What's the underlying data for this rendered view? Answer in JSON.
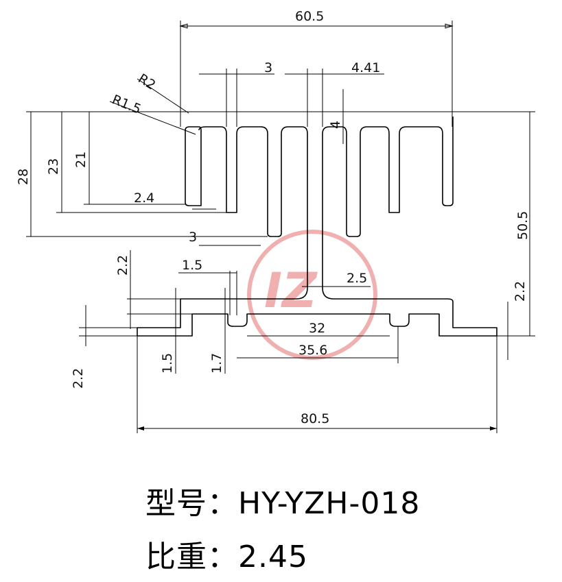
{
  "dimensions": {
    "top_width": "60.5",
    "fin_thickness": "3",
    "fin_pitch": "4.41",
    "radius_2": "R2",
    "radius_1_5": "R1.5",
    "height_28": "28",
    "height_23": "23",
    "height_21": "21",
    "fin_gap_2_4": "2.4",
    "tooth_4": "4",
    "fin_3_lower": "3",
    "total_height": "50.5",
    "base_2_2_left": "2.2",
    "base_1_5_top": "1.5",
    "base_2_5": "2.5",
    "base_2_2_right": "2.2",
    "slot_32": "32",
    "slot_35_6": "35.6",
    "left_1_5": "1.5",
    "left_1_7": "1.7",
    "left_2_2_bottom": "2.2",
    "bottom_width": "80.5"
  },
  "watermark": {
    "text": "IZ",
    "color": "#e88a8a"
  },
  "caption": {
    "model_label": "型号：",
    "model_value": "HY-YZH-018",
    "density_label": "比重：",
    "density_value": "2.45"
  }
}
